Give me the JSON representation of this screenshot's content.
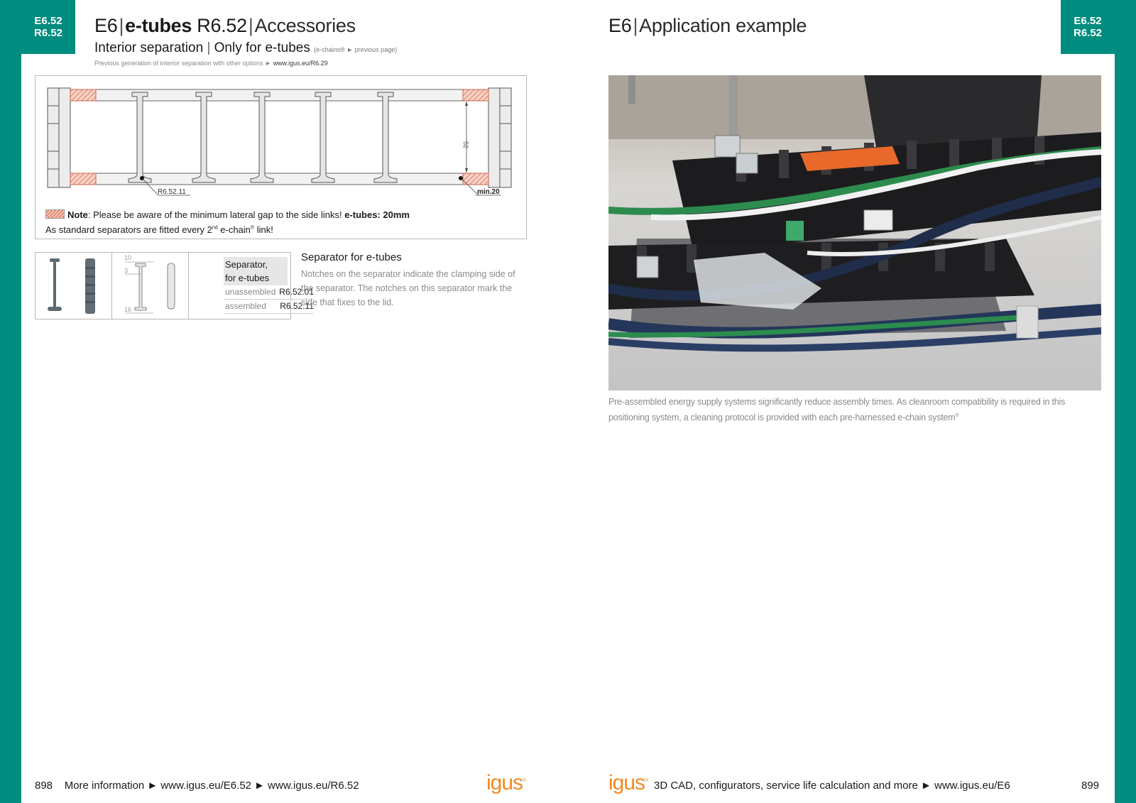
{
  "left_page": {
    "tab": [
      "E6.52",
      "R6.52"
    ],
    "title": {
      "series": "E6",
      "product": "e-tubes",
      "product_code": "R6.52",
      "section": "Accessories"
    },
    "subtitle": {
      "topic": "Interior separation",
      "scope": "Only for e-tubes",
      "note": "(e-chains® ► previous page)"
    },
    "previous_generation": {
      "text": "Previous generation of interior separation with other options ►",
      "link": "www.igus.eu/R6.29"
    },
    "diagram": {
      "part_label": "R6.52.11",
      "dim_height": "52",
      "dim_min": "min.20"
    },
    "note": {
      "label": "Note",
      "text": ": Please be aware of the minimum lateral gap to the side links! ",
      "bold": "e-tubes: 20mm"
    },
    "standard": {
      "prefix": "As standard separators are fitted every 2",
      "sup": "nd",
      "mid": " e-chain",
      "reg": "®",
      "suffix": " link!"
    },
    "separator_table": {
      "dims": [
        "10",
        "3",
        "16"
      ],
      "header": [
        "Separator,",
        "for e-tubes"
      ],
      "rows": [
        {
          "label": "unassembled",
          "code": "R6.52.01"
        },
        {
          "label": "assembled",
          "code": "R6.52.11"
        }
      ]
    },
    "separator_info": {
      "title": "Separator for e-tubes",
      "description": "Notches on the separator indicate the clamping side of the separator. The notches on this separator mark the side that fixes to the lid."
    },
    "footer": {
      "page": "898",
      "text": "More information ► www.igus.eu/E6.52 ► www.igus.eu/R6.52"
    },
    "logo": "igus"
  },
  "right_page": {
    "tab": [
      "E6.52",
      "R6.52"
    ],
    "title": {
      "series": "E6",
      "section": "Application example"
    },
    "caption": "Pre-assembled energy supply systems significantly reduce assembly times. As cleanroom compatibility is required in this positioning system, a cleaning protocol is provided with each pre-harnessed e-chain system",
    "caption_reg": "®",
    "footer": {
      "text": "3D CAD, configurators, service life calculation and more ► www.igus.eu/E6",
      "page": "899"
    },
    "logo": "igus"
  },
  "colors": {
    "brand_teal": "#008c7e",
    "logo_orange": "#f08a24",
    "hatch": "#e57a60"
  }
}
